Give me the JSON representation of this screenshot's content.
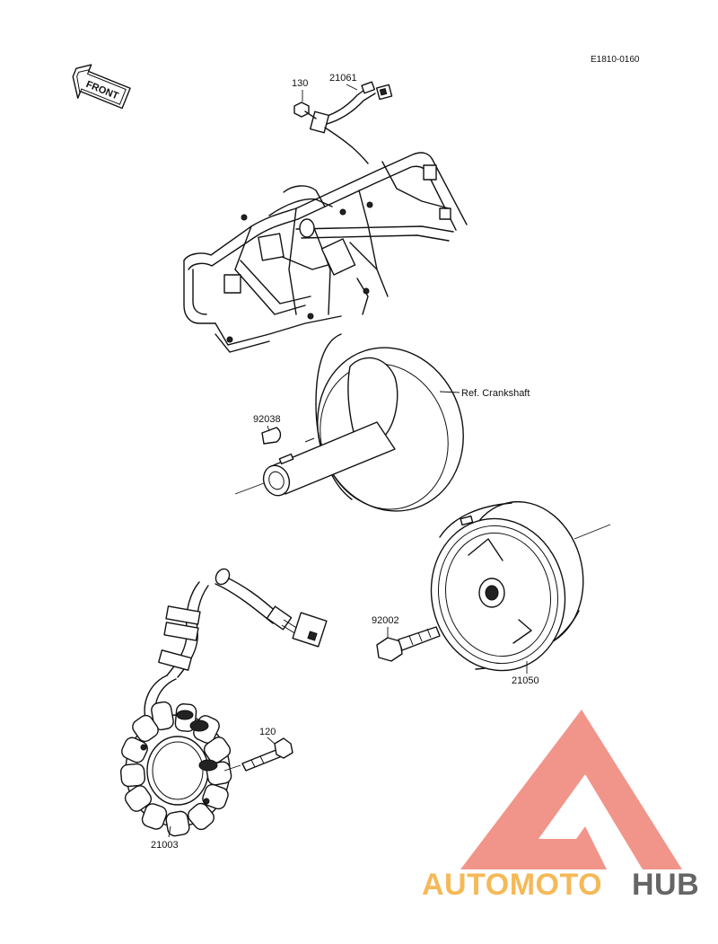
{
  "diagram": {
    "code": "E1810-0160",
    "front_label": "FRONT",
    "ref_label": "Ref. Crankshaft",
    "parts": {
      "p130": "130",
      "p21061": "21061",
      "p92038": "92038",
      "p92002": "92002",
      "p21050": "21050",
      "p120": "120",
      "p21003": "21003"
    }
  },
  "watermark": {
    "brand_part1": "AUTOMOTO",
    "brand_part2": "HUB",
    "color_primary": "#f08a7e",
    "color_accent": "#f5b247",
    "color_dark": "#555555"
  }
}
